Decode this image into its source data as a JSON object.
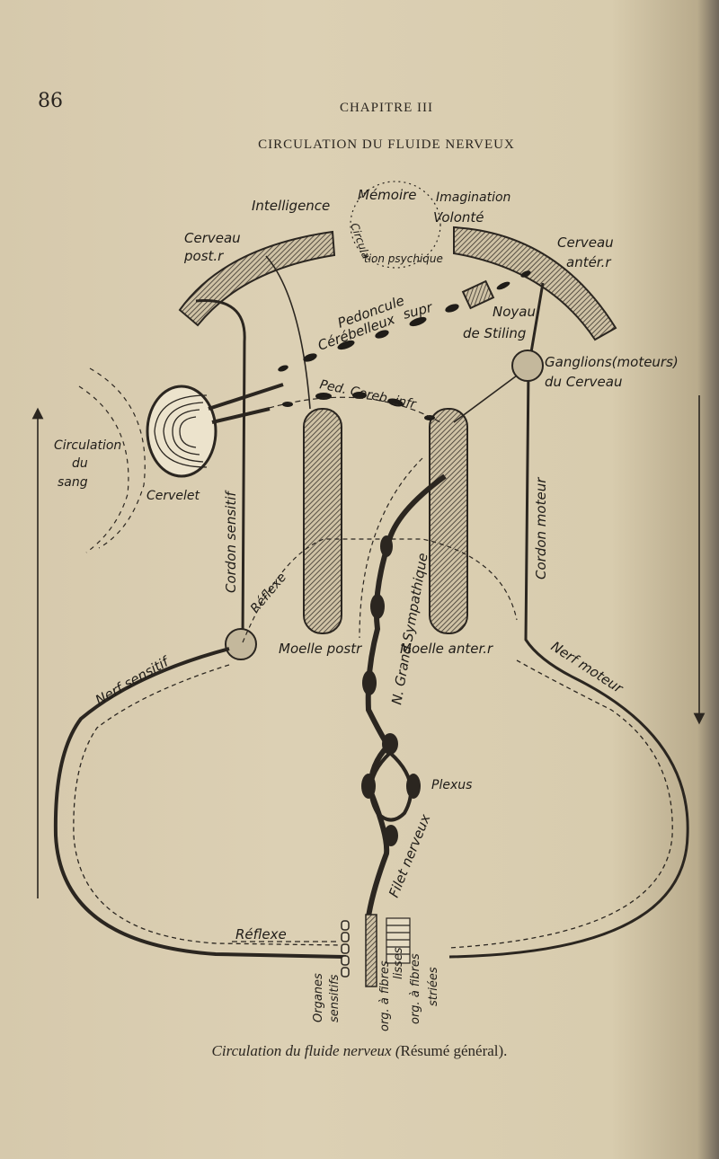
{
  "page": {
    "number": "86",
    "chapter": "CHAPITRE III",
    "section_title": "CIRCULATION DU FLUIDE NERVEUX"
  },
  "diagram": {
    "labels": {
      "intelligence": "Intelligence",
      "memoire": "Mémoire",
      "imagination": "Imagination",
      "volonte": "Volonté",
      "circulation_psychique_1": "Circula",
      "circulation_psychique_2": "tion psychique",
      "cerveau_post_1": "Cerveau",
      "cerveau_post_2": "post.r",
      "cerveau_anter_1": "Cerveau",
      "cerveau_anter_2": "antér.r",
      "pedoncule_1": "Pedoncule",
      "pedoncule_2": "Cérébelleux",
      "pedoncule_sup": "supr",
      "noyau_1": "Noyau",
      "noyau_2": "de Stiling",
      "ganglions_1": "Ganglions(moteurs)",
      "ganglions_2": "du Cerveau",
      "ped_cereb_inf": "Ped. Cereb. infr",
      "circulation_du_sang_1": "Circulation",
      "circulation_du_sang_2": "du",
      "circulation_du_sang_3": "sang",
      "cervelet": "Cervelet",
      "cordon_sensitif": "Cordon sensitif",
      "cordon_moteur": "Cordon moteur",
      "reflexe_upper": "Réflexe",
      "moelle_post": "Moelle postr",
      "moelle_anter": "Moelle anter.r",
      "grand_sympathique": "N. Grand Sympathique",
      "nerf_sensitif": "Nerf sensitif",
      "nerf_moteur": "Nerf moteur",
      "plexus": "Plexus",
      "filet_nerveux": "Filet nerveux",
      "reflexe_lower": "Réflexe",
      "organes_sensitifs_1": "Organes",
      "organes_sensitifs_2": "sensitifs",
      "org_fibres_lisses_1": "org. à fibres",
      "org_fibres_lisses_2": "lisses",
      "org_fibres_striees_1": "org. à fibres",
      "org_fibres_striees_2": "striées"
    }
  },
  "caption": {
    "italic": "Circulation du fluide nerveux (",
    "roman": "Résumé général)."
  },
  "colors": {
    "paper": "#d9cdb1",
    "ink": "#2b2620",
    "hatch": "#3a342c"
  }
}
